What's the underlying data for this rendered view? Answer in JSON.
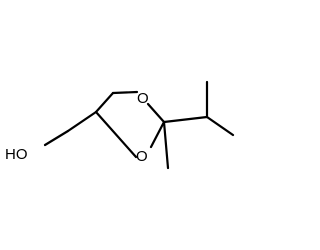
{
  "structure": {
    "atoms": [
      {
        "id": "hydroxyl",
        "label": "HO"
      },
      {
        "id": "ring-oxygen-upper",
        "label": "O"
      },
      {
        "id": "ring-oxygen-lower",
        "label": "O"
      }
    ],
    "colors": {
      "bond": "#000000",
      "label": "#000000",
      "background": "#ffffff"
    }
  }
}
